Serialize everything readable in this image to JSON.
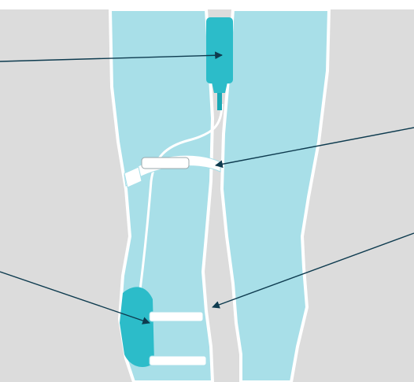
{
  "diagram": {
    "background_color": "#dcdcdc",
    "skin_color": "#a8dfe8",
    "outline_color": "#ffffff",
    "device_color": "#2cbcc9",
    "device_dark_color": "#1aa9b6",
    "arrow_color": "#0e3b4f",
    "callouts": [
      {
        "name": "callout-bag-arrow",
        "target": "urine-collection-bag"
      },
      {
        "name": "callout-strap-arrow",
        "target": "thigh-strap"
      },
      {
        "name": "callout-thigh-arrow",
        "target": "inner-thigh"
      },
      {
        "name": "callout-calf-bag-arrow",
        "target": "leg-bag"
      }
    ]
  }
}
